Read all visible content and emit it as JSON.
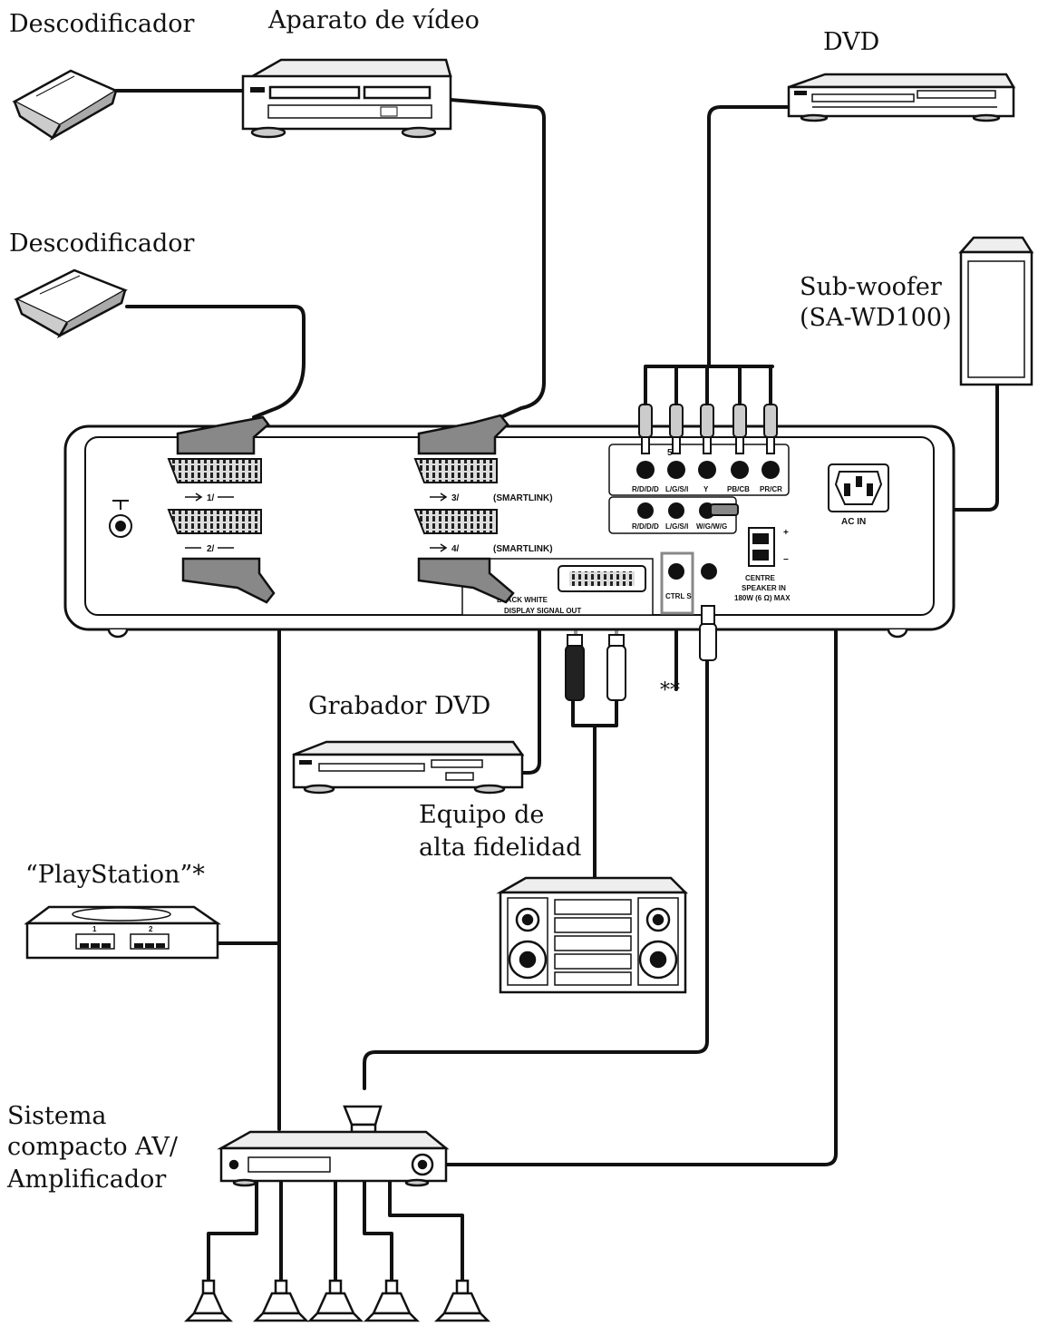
{
  "labels": {
    "decoder_top": "Descodificador",
    "vcr": "Aparato de vídeo",
    "dvd": "DVD",
    "decoder_mid": "Descodificador",
    "subwoofer_line1": "Sub-woofer",
    "subwoofer_line2": "(SA-WD100)",
    "dvd_recorder": "Grabador  DVD",
    "hifi_line1": "Equipo de",
    "hifi_line2": "alta fidelidad",
    "playstation": "“PlayStation”*",
    "amp_line1": "Sistema",
    "amp_line2": "compacto AV/",
    "amp_line3": "Amplificador",
    "double_star": "**"
  },
  "panel": {
    "scart1": "1/",
    "scart2": "2/",
    "scart3": "3/",
    "scart4": "4/",
    "smartlink": "(SMARTLINK)",
    "jack_r": "R/D/D/D",
    "jack_l": "L/G/S/I",
    "jack_y": "Y",
    "jack_pb": "PB/CB",
    "jack_pr": "PR/CR",
    "jack_w": "W/G/W/G",
    "ac_in": "AC IN",
    "ctrl": "CTRL S",
    "centre_1": "CENTRE",
    "centre_2": "SPEAKER IN",
    "centre_3": "180W (6 Ω) MAX",
    "display_out": "DISPLAY  SIGNAL  OUT",
    "black_white": "BLACK WHITE",
    "port_5": "5",
    "playstation_port1": "1",
    "playstation_port2": "2"
  }
}
